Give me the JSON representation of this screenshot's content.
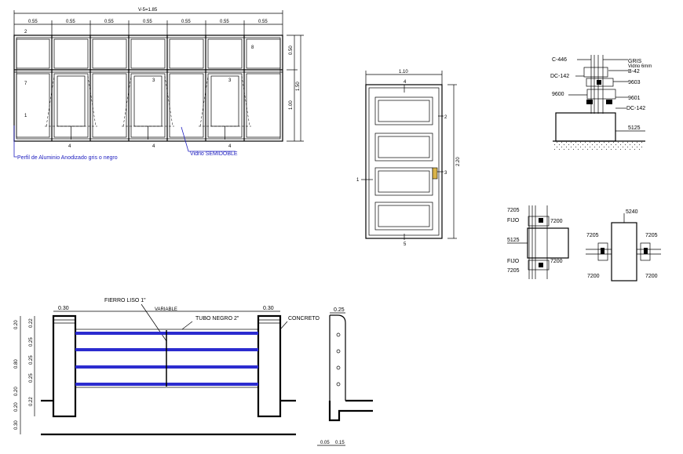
{
  "window_elevation": {
    "overall_dim": "V-5=1.85",
    "module_dims": [
      "0.55",
      "0.55",
      "0.55",
      "0.55",
      "0.55",
      "0.55",
      "0.55"
    ],
    "right_dims": [
      "0.50",
      "1.00",
      "1.50"
    ],
    "tags": {
      "t2": "2",
      "t8": "8",
      "t7": "7",
      "t1": "1",
      "t3a": "3",
      "t3b": "3",
      "t4a": "4",
      "t4b": "4",
      "t4c": "4"
    },
    "note_profile": "Perfil de Aluminio Anodizado gris o negro",
    "note_glass": "Vidrio SEMIDOBLE"
  },
  "door_elevation": {
    "width_dim": "1.10",
    "height_dim": "2.20",
    "tags": {
      "top": "4",
      "right": "2",
      "handle": "3",
      "left": "1",
      "bottom": "5"
    }
  },
  "section_detail": {
    "labels": {
      "c448": "C-446",
      "gris": "GRIS",
      "vidrio": "Vidrio 6mm",
      "b42": "B-42",
      "dc142a": "DC-142",
      "s9603": "9603",
      "s9601": "9601",
      "s9600": "9600",
      "dc142b": "DC-142",
      "s5125": "5125"
    }
  },
  "plan_detail": {
    "labels": {
      "a7205": "7205",
      "fijo1": "FIJO",
      "a7200": "7200",
      "a5125": "5125",
      "fijo2": "FIJO",
      "b7200": "7200",
      "b7205": "7205",
      "s5240": "5240",
      "c7205": "7205",
      "d7205": "7205",
      "c7200": "7200",
      "d7200": "7200"
    }
  },
  "railing": {
    "labels": {
      "fierro": "FIERRO LISO 1\"",
      "variable": "VARIABLE",
      "tubo": "TUBO NEGRO 2\"",
      "concreto": "CONCRETO",
      "d030a": "0.30",
      "d030b": "0.30",
      "d025top": "0.25",
      "v080": "0.80",
      "v022a": "0.22",
      "v025a": "0.25",
      "v025b": "0.25",
      "v025c": "0.25",
      "v020a": "0.20",
      "v020b": "0.20",
      "v020c": "0.20",
      "v022b": "0.22",
      "v030": "0.30",
      "b005": "0.05",
      "b015": "0.15"
    }
  }
}
